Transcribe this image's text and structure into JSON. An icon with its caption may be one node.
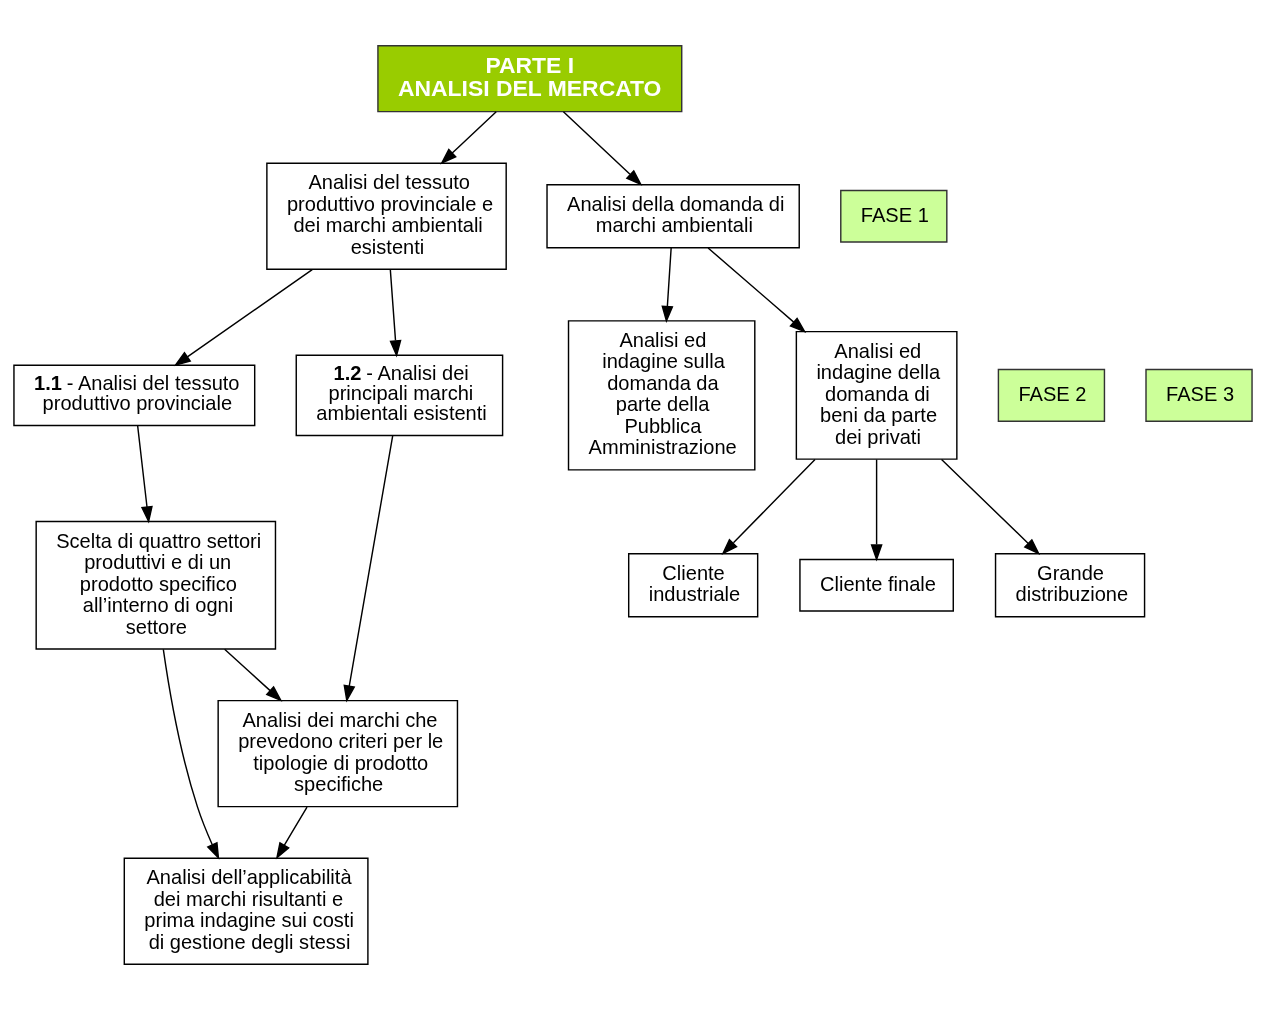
{
  "diagram": {
    "nodes": [
      {
        "text": [
          "PARTE I",
          "ANALISI DEL MERCATO"
        ]
      },
      {
        "text": [
          "FASE 1"
        ]
      },
      {
        "text": [
          "Analisi del tessuto produttivo provinciale e dei marchi ambientali esistenti"
        ]
      },
      {
        "text": [
          "Analisi della domanda di marchi ambientali"
        ]
      },
      {
        "text": [
          "**1.1** - Analisi del tessuto produttivo provinciale"
        ]
      },
      {
        "text": [
          "**1.2** - Analisi dei principali marchi ambientali esistenti"
        ]
      },
      {
        "text": [
          "Scelta di quattro settori produttivi e di un prodotto specifico all’interno di ogni settore"
        ]
      },
      {
        "text": [
          "Analisi dei marchi che prevedono criteri per le tipologie di prodotto specifiche"
        ]
      },
      {
        "text": [
          "Analisi dell’applicabilità dei marchi risultanti e prima indagine sui costi di gestione degli stessi"
        ]
      },
      {
        "text": [
          "FASE 2"
        ]
      },
      {
        "text": [
          "Analisi ed indagine sulla domanda da parte della Pubblica Amministrazione"
        ]
      },
      {
        "text": [
          "FASE 3"
        ]
      },
      {
        "text": [
          "Analisi ed indagine della domanda di beni da parte dei privati"
        ]
      },
      {
        "text": [
          "Cliente industriale"
        ]
      },
      {
        "text": [
          "Cliente finale"
        ]
      },
      {
        "text": [
          "Grande distribuzione"
        ]
      }
    ],
    "edges": [
      {
        "from": 0,
        "to": 2,
        "arrow": "to"
      },
      {
        "from": 0,
        "to": 3,
        "arrow": "to"
      },
      {
        "from": 2,
        "to": 4,
        "arrow": "to"
      },
      {
        "from": 2,
        "to": 5,
        "arrow": "to"
      },
      {
        "from": 4,
        "to": 6,
        "arrow": "to"
      },
      {
        "from": 5,
        "to": 7,
        "arrow": "to"
      },
      {
        "from": 6,
        "to": 7,
        "arrow": "to"
      },
      {
        "from": 6,
        "to": 8,
        "arrow": "to"
      },
      {
        "from": 7,
        "to": 8,
        "arrow": "to"
      },
      {
        "from": 3,
        "to": 10,
        "arrow": "to"
      },
      {
        "from": 3,
        "to": 12,
        "arrow": "to"
      },
      {
        "from": 12,
        "to": 13,
        "arrow": "to"
      },
      {
        "from": 12,
        "to": 14,
        "arrow": "to"
      },
      {
        "from": 12,
        "to": 15,
        "arrow": "to"
      }
    ]
  }
}
